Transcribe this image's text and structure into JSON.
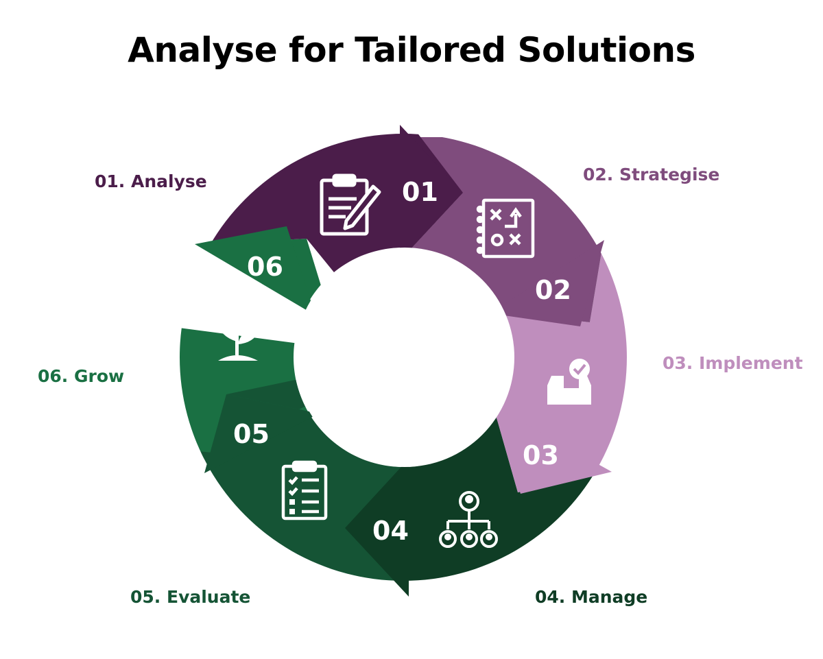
{
  "title": "Analyse for Tailored Solutions",
  "colors": {
    "analyse": "#4b1d4a",
    "strategise": "#7f4c7d",
    "implement": "#bf8ebd",
    "manage": "#0f3d25",
    "evaluate": "#155435",
    "grow": "#1a7043"
  },
  "stages": [
    {
      "number": "01",
      "label": "01. Analyse",
      "icon": "clipboard-pencil-icon"
    },
    {
      "number": "02",
      "label": "02. Strategise",
      "icon": "strategy-board-icon"
    },
    {
      "number": "03",
      "label": "03. Implement",
      "icon": "inbox-check-icon"
    },
    {
      "number": "04",
      "label": "04. Manage",
      "icon": "org-chart-icon"
    },
    {
      "number": "05",
      "label": "05. Evaluate",
      "icon": "checklist-icon"
    },
    {
      "number": "06",
      "label": "06. Grow",
      "icon": "sprout-icon"
    }
  ]
}
